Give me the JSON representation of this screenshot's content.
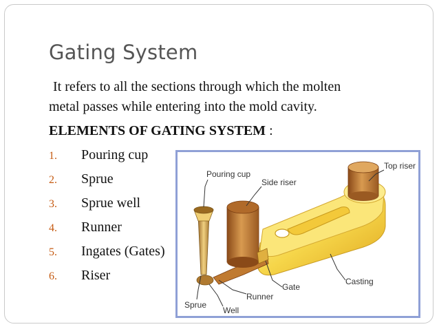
{
  "slide": {
    "title": "Gating System",
    "intro_line1": "It refers to all the sections through which the molten",
    "intro_line2": "metal passes while entering into the mold cavity.",
    "heading_bold": "ELEMENTS OF GATING SYSTEM",
    "heading_suffix": " :",
    "elements": [
      {
        "num": "1.",
        "label": "Pouring cup"
      },
      {
        "num": "2.",
        "label": "Sprue"
      },
      {
        "num": "3.",
        "label": "Sprue well"
      },
      {
        "num": "4.",
        "label": "Runner"
      },
      {
        "num": "5.",
        "label": "Ingates (Gates)"
      },
      {
        "num": "6.",
        "label": "Riser"
      }
    ]
  },
  "figure": {
    "labels": {
      "pouring_cup": "Pouring cup",
      "side_riser": "Side riser",
      "top_riser": "Top riser",
      "gate": "Gate",
      "runner": "Runner",
      "casting": "Casting",
      "sprue": "Sprue",
      "well": "Well"
    },
    "colors": {
      "border": "#8fa0d6",
      "casting": "#f6d64a",
      "riser": "#c07a30",
      "sprue": "#c9a04e"
    }
  }
}
